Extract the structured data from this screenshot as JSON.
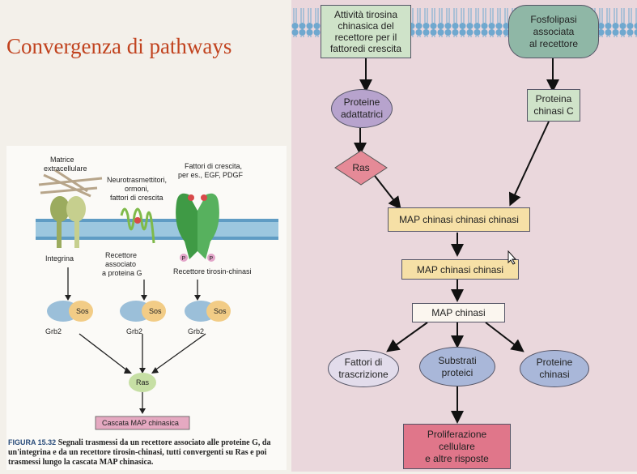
{
  "slide": {
    "title": "Convergenza di pathways"
  },
  "figure": {
    "labels": {
      "matrice1": "Matrice",
      "matrice2": "extracellulare",
      "neuro1": "Neurotrasmettitori,",
      "neuro2": "ormoni,",
      "neuro3": "fattori di crescita",
      "fattori1": "Fattori di crescita,",
      "fattori2": "per es., EGF, PDGF",
      "integrina": "Integrina",
      "recettore1": "Recettore",
      "recettore2": "associato",
      "recettore3": "a proteina G",
      "rtk": "Recettore tirosin-chinasi",
      "p": "P",
      "sos": "Sos",
      "grb2": "Grb2",
      "ras": "Ras",
      "cascata": "Cascata MAP chinasica"
    },
    "caption": {
      "number": "FIGURA 15.32",
      "bold": "Segnali trasmessi da un recettore associato alle proteine G, da un'integrina e da un recettore tirosin-chinasi, tutti convergenti su Ras e poi trasmessi lungo la cascata MAP chinasica."
    }
  },
  "pathway": {
    "attivita": [
      "Attività tirosina",
      "chinasica del",
      "recettore per il",
      "fattoredi crescita"
    ],
    "fosfolipasi": [
      "Fosfolipasi",
      "associata",
      "al recettore"
    ],
    "proteine_adattatrici": [
      "Proteine",
      "adattatrici"
    ],
    "proteina_chinasi_c": [
      "Proteina",
      "chinasi C"
    ],
    "ras": "Ras",
    "mapkkk": "MAP chinasi chinasi chinasi",
    "mapkk": "MAP chinasi chinasi",
    "mapk": "MAP chinasi",
    "fattori_trascrizione": [
      "Fattori di",
      "trascrizione"
    ],
    "substrati": [
      "Substrati",
      "proteici"
    ],
    "proteine_chinasi": [
      "Proteine",
      "chinasi"
    ],
    "proliferazione": [
      "Proliferazione",
      "cellulare",
      "e altre risposte"
    ]
  },
  "colors": {
    "title_red": "#c1431f",
    "membrane": "#6fa8cf",
    "purple_oval": "#b7a3cd",
    "blue_oval": "#a9b7d9",
    "green_box": "#cfe3c9",
    "yellow_box": "#f6e0a6",
    "pink_box": "#e0768a",
    "teal_oval": "#8fb7a6"
  }
}
